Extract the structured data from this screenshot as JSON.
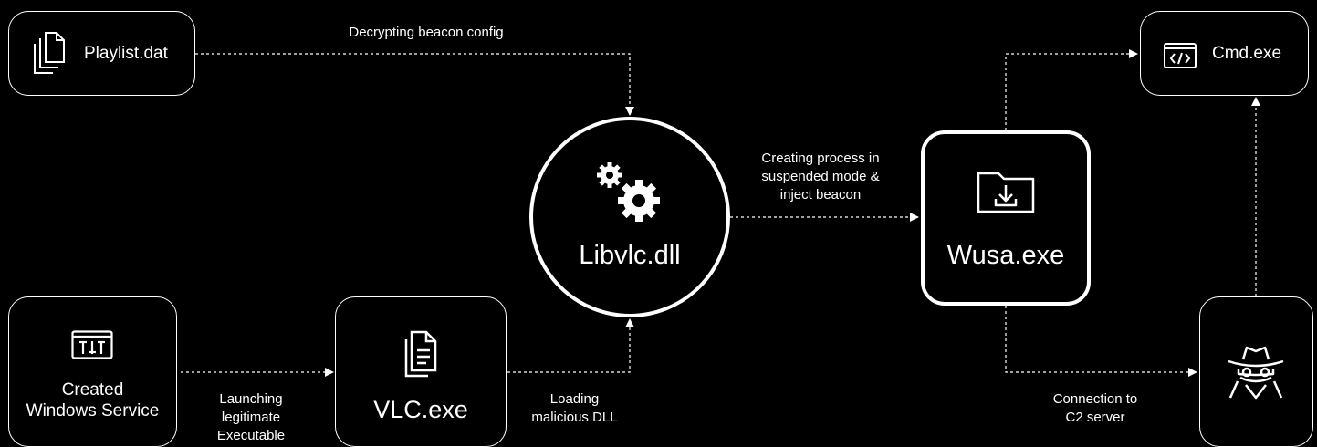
{
  "nodes": {
    "playlist": {
      "label": "Playlist.dat",
      "icon": "documents-icon"
    },
    "service": {
      "label": "Created\nWindows Service",
      "icon": "service-window-icon"
    },
    "vlc": {
      "label": "VLC.exe",
      "icon": "document-icon"
    },
    "libvlc": {
      "label": "Libvlc.dll",
      "icon": "gears-icon"
    },
    "wusa": {
      "label": "Wusa.exe",
      "icon": "folder-download-icon"
    },
    "cmd": {
      "label": "Cmd.exe",
      "icon": "code-window-icon"
    },
    "c2": {
      "label": "",
      "icon": "spy-icon"
    }
  },
  "edges": {
    "playlist_to_libvlc": "Decrypting beacon config",
    "service_to_vlc": "Launching\nlegitimate\nExecutable",
    "vlc_to_libvlc": "Loading\nmalicious DLL",
    "libvlc_to_wusa": "Creating process in\nsuspended mode &\ninject beacon",
    "wusa_to_c2": "Connection to\nC2 server"
  },
  "colors": {
    "background": "#000000",
    "foreground": "#ffffff"
  }
}
